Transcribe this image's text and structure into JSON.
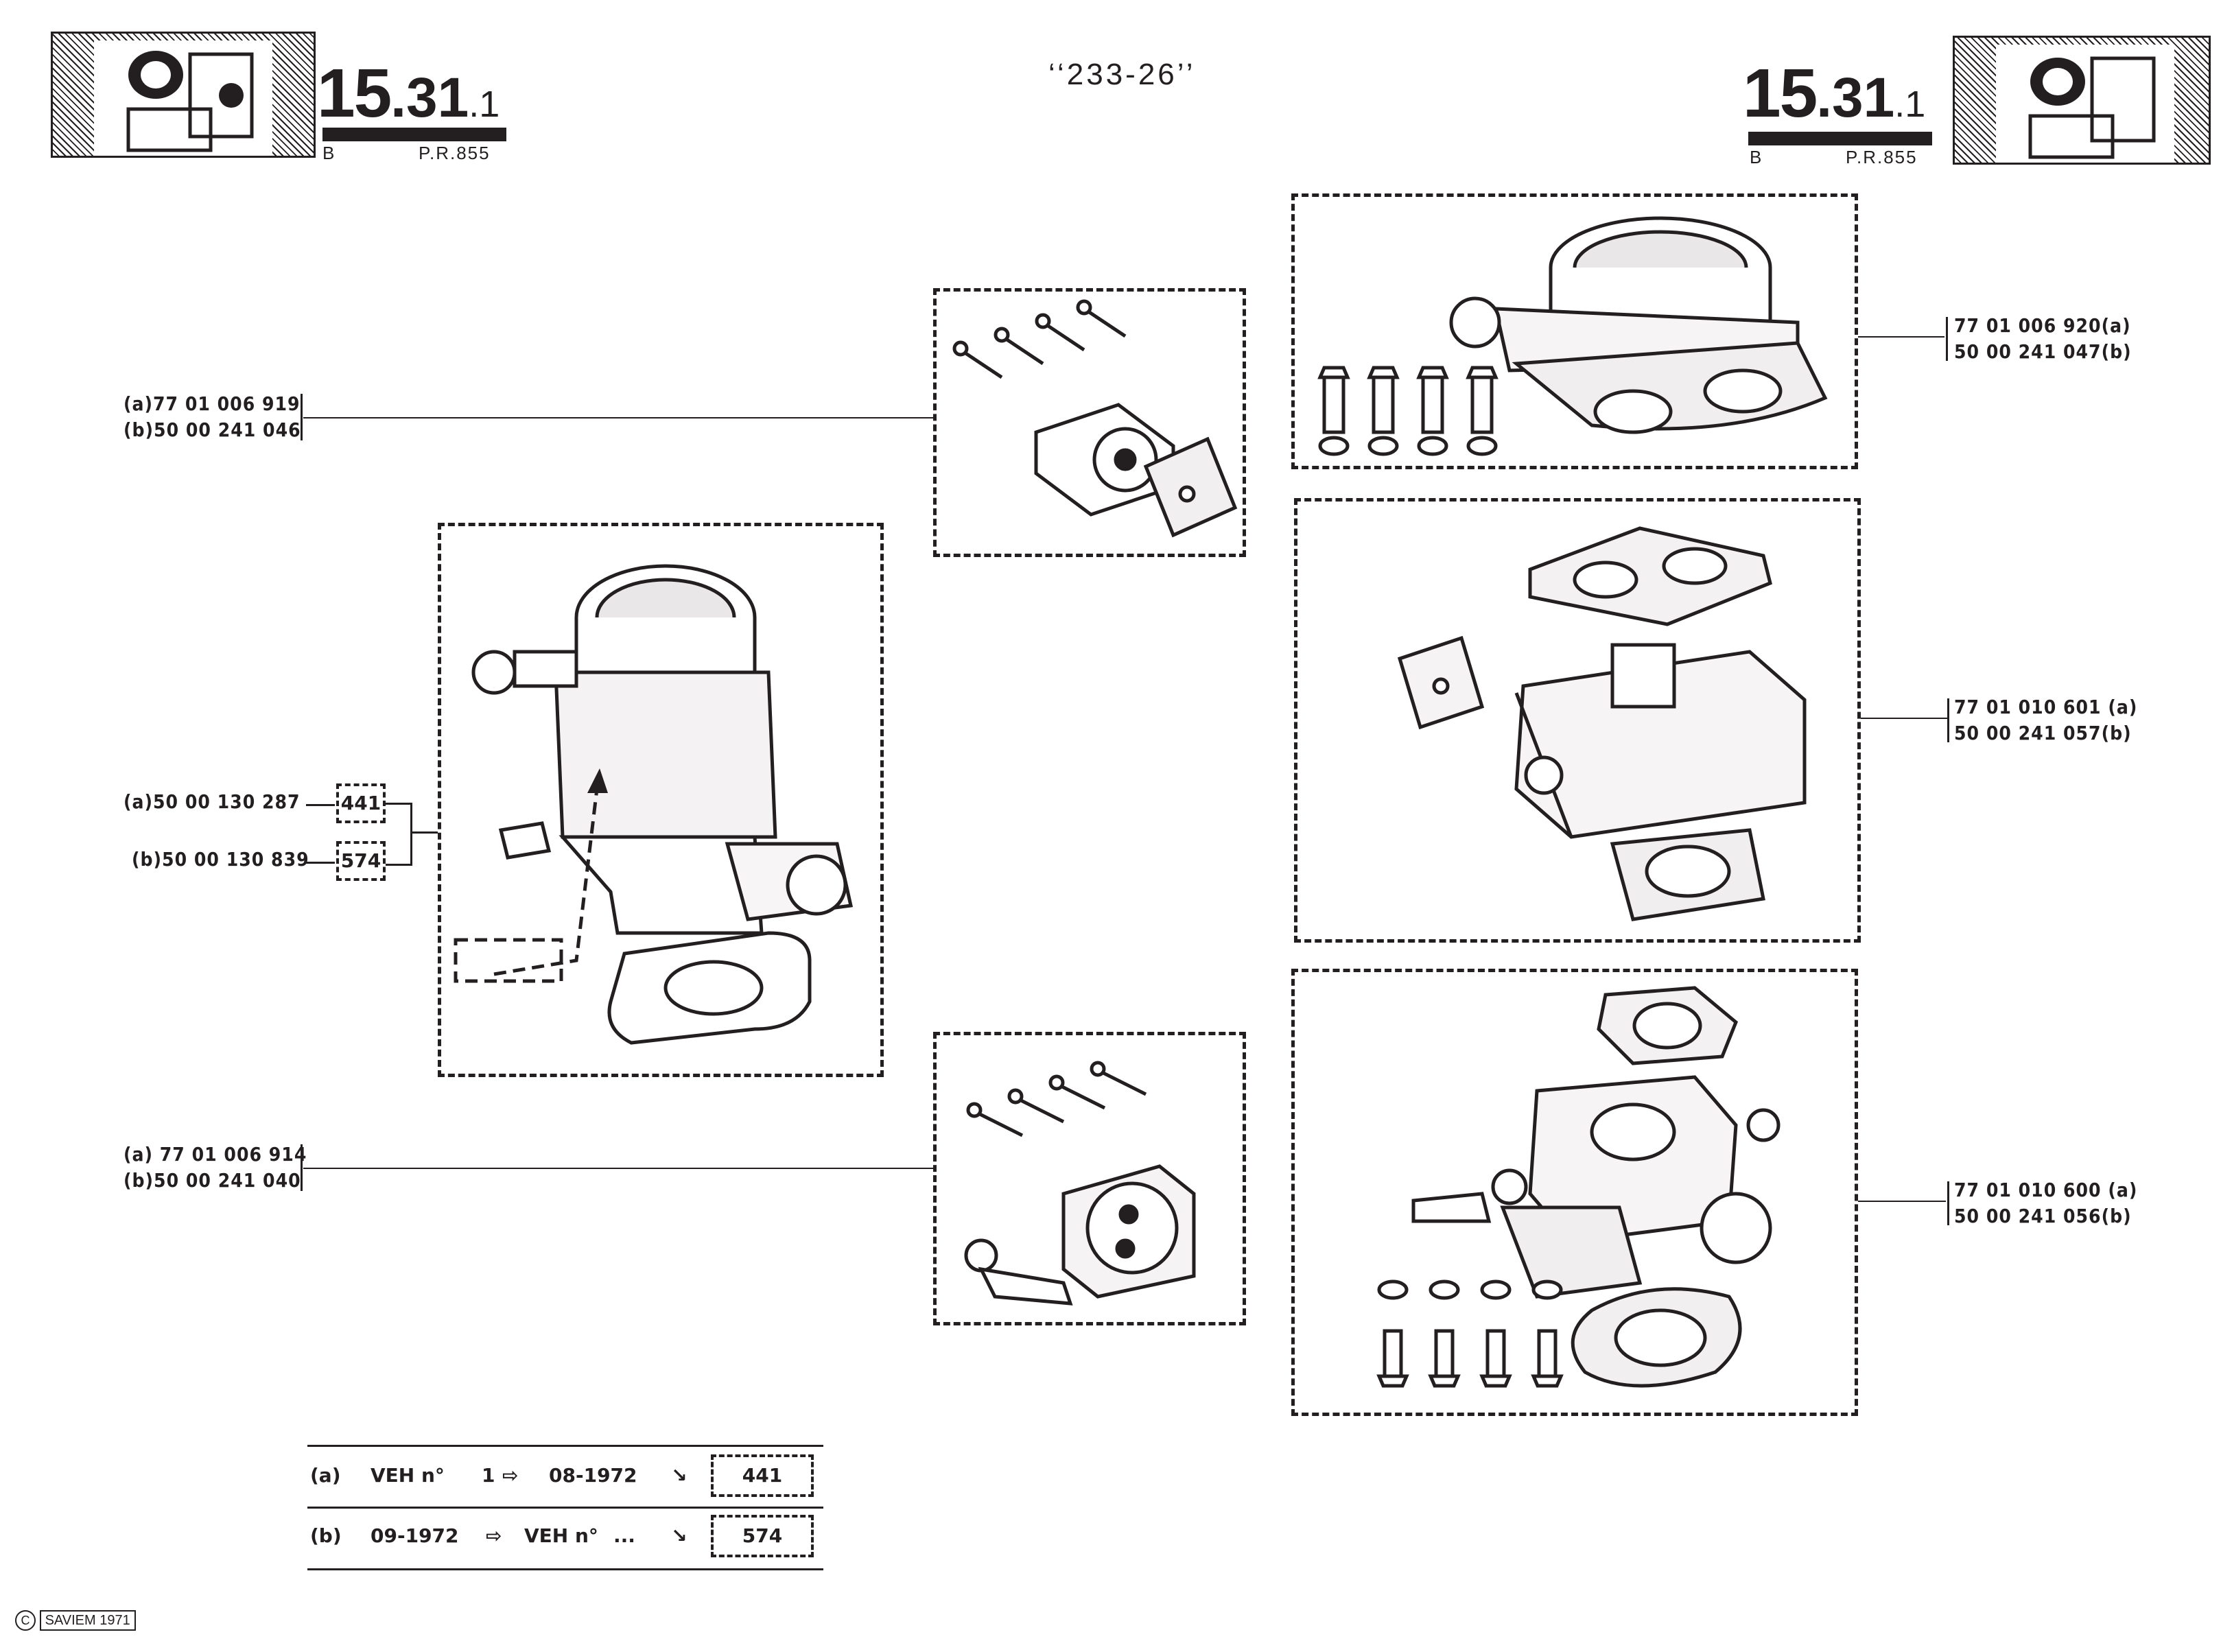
{
  "header": {
    "page_code_big": "15",
    "page_code_mid": ".31",
    "page_code_sub": ".1",
    "left_letter": "B",
    "left_pr": "P.R.855",
    "right_letter": "B",
    "right_pr": "P.R.855",
    "title": "‘‘233-26’’"
  },
  "parts": {
    "top_cover": {
      "line_a": "(a)77 01 006 919",
      "line_b": "(b)50 00 241 046"
    },
    "carb_main": {
      "ref_a": "(a)50 00 130 287",
      "box_a": "441",
      "ref_b": "(b)50 00 130 839",
      "box_b": "574"
    },
    "lower_cover": {
      "line_a": "(a) 77 01 006 914",
      "line_b": "(b)50 00 241 040"
    },
    "right_top": {
      "line_a": "77 01 006 920(a)",
      "line_b": "50 00 241 047(b)"
    },
    "right_mid": {
      "line_a": "77 01 010 601 (a)",
      "line_b": "50 00 241 057(b)"
    },
    "right_bot": {
      "line_a": "77 01 010 600 (a)",
      "line_b": "50 00 241 056(b)"
    }
  },
  "legend": {
    "row_a": {
      "tag": "(a)",
      "from": "VEH n°",
      "from_val": "1",
      "arrow": "⇨",
      "to": "08-1972",
      "end_arrow": "↘",
      "code": "441"
    },
    "row_b": {
      "tag": "(b)",
      "from": "09-1972",
      "arrow": "⇨",
      "to": "VEH n°",
      "to_val": "...",
      "end_arrow": "↘",
      "code": "574"
    }
  },
  "footer": {
    "copyright": "SAVIEM 1971"
  },
  "colors": {
    "ink": "#231f20",
    "paper": "#ffffff"
  }
}
